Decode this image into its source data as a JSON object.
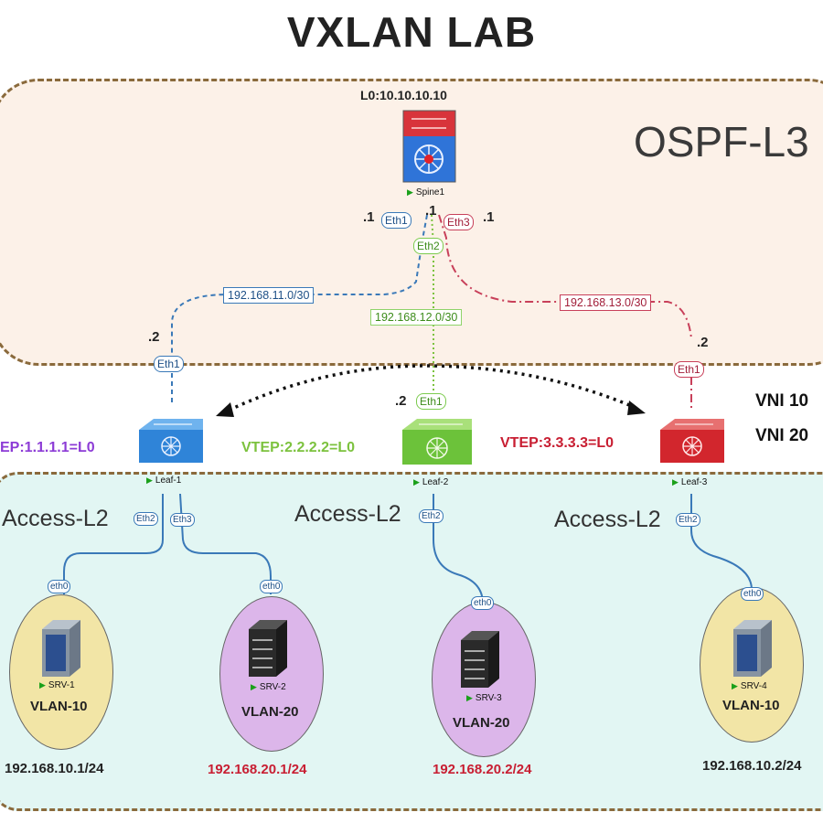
{
  "title": "VXLAN LAB",
  "zones": {
    "l3_label": "OSPF-L3",
    "access_label": "Access-L2"
  },
  "spine": {
    "name": "Spine1",
    "loopback": "L0:10.10.10.10",
    "ports": {
      "eth1": "Eth1",
      "eth2": "Eth2",
      "eth3": "Eth3"
    },
    "addr": {
      "eth1": ".1",
      "eth2": ".1",
      "eth3": ".1"
    }
  },
  "links": {
    "leaf1": "192.168.11.0/30",
    "leaf2": "192.168.12.0/30",
    "leaf3": "192.168.13.0/30"
  },
  "leafs": [
    {
      "name": "Leaf-1",
      "uplink_port": "Eth1",
      "uplink_addr": ".2",
      "vtep": "EP:1.1.1.1=L0",
      "vtep_color": "#8c3bd6",
      "down_ports": [
        "Eth2",
        "Eth3"
      ]
    },
    {
      "name": "Leaf-2",
      "uplink_port": "Eth1",
      "uplink_addr": ".2",
      "vtep": "VTEP:2.2.2.2=L0",
      "vtep_color": "#7cc23e",
      "down_ports": [
        "Eth2"
      ]
    },
    {
      "name": "Leaf-3",
      "uplink_port": "Eth1",
      "uplink_addr": ".2",
      "vtep": "VTEP:3.3.3.3=L0",
      "vtep_color": "#c81e32",
      "down_ports": [
        "Eth2"
      ]
    }
  ],
  "vni": [
    "VNI 10",
    "VNI 20"
  ],
  "servers": [
    {
      "name": "SRV-1",
      "port": "eth0",
      "vlan": "VLAN-10",
      "ip": "192.168.10.1/24",
      "ip_color": "#222222",
      "bubble": "#f2e5a6"
    },
    {
      "name": "SRV-2",
      "port": "eth0",
      "vlan": "VLAN-20",
      "ip": "192.168.20.1/24",
      "ip_color": "#c81e32",
      "bubble": "#dcb6ea"
    },
    {
      "name": "SRV-3",
      "port": "eth0",
      "vlan": "VLAN-20",
      "ip": "192.168.20.2/24",
      "ip_color": "#c81e32",
      "bubble": "#dcb6ea"
    },
    {
      "name": "SRV-4",
      "port": "eth0",
      "vlan": "VLAN-10",
      "ip": "192.168.10.2/24",
      "ip_color": "#222222",
      "bubble": "#f2e5a6"
    }
  ],
  "colors": {
    "link_blue": "#3a79b8",
    "link_green": "#7cc23e",
    "link_red": "#c8405a",
    "zone_border": "#8a6a3c"
  },
  "icons": {
    "spine": "spine-switch-icon",
    "leaf": "leaf-switch-icon",
    "server": "server-tower-icon"
  }
}
